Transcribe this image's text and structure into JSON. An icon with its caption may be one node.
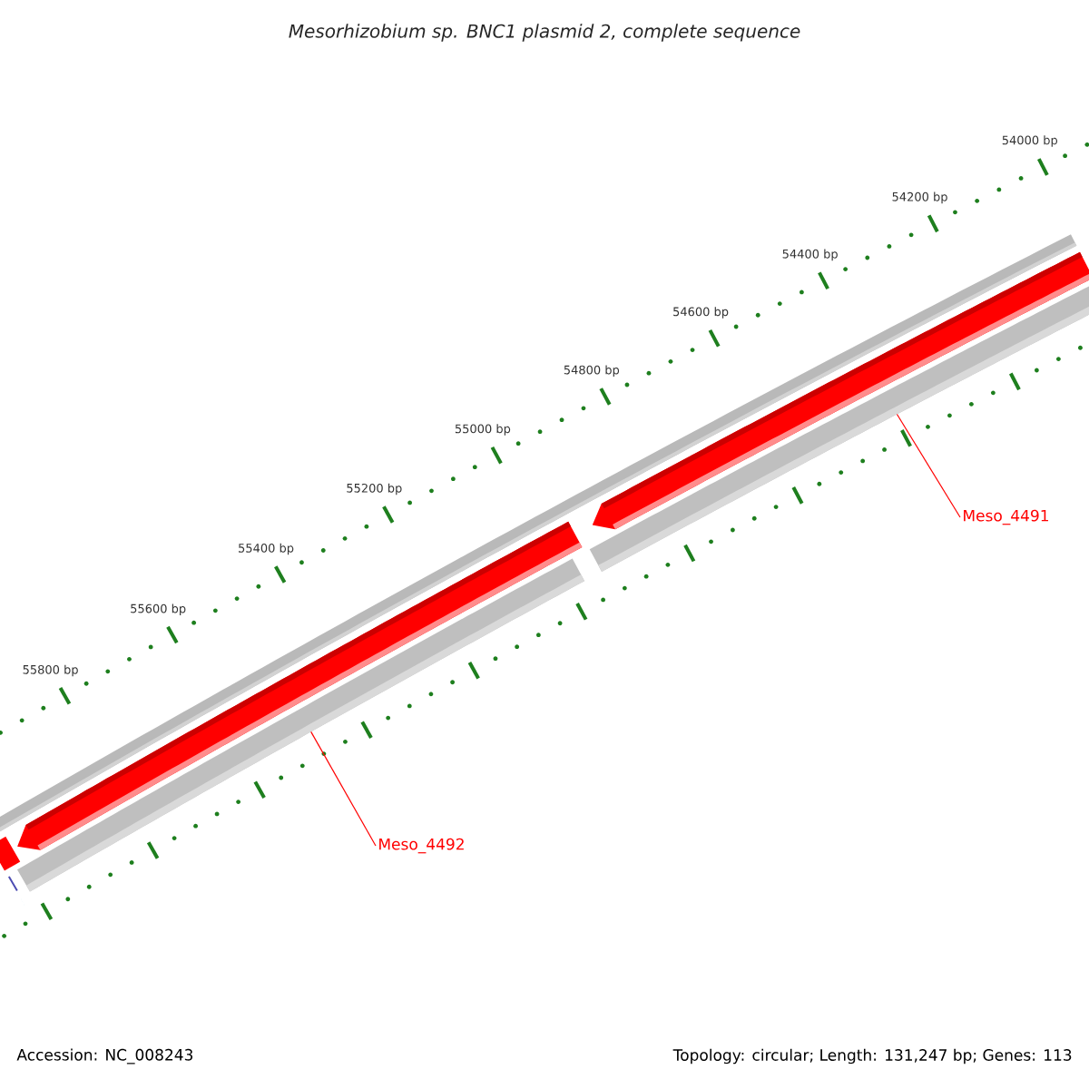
{
  "diagram": {
    "title": "Mesorhizobium sp. BNC1 plasmid 2, complete sequence",
    "nodes": [
      {
        "text": [
          "Meso_4491"
        ]
      },
      {
        "text": [
          "Meso_4492"
        ]
      },
      {
        "text": [],
        "shape": "bar"
      },
      {
        "text": [],
        "shape": "bar"
      }
    ],
    "edges": [
      {
        "from": 0,
        "to": 3,
        "arrow": "none"
      },
      {
        "from": 1,
        "to": 2,
        "arrow": "none"
      }
    ],
    "labels": [
      "54000 bp",
      "54200 bp",
      "54400 bp",
      "54600 bp",
      "54800 bp",
      "55000 bp",
      "55200 bp",
      "55400 bp",
      "55600 bp",
      "55800 bp",
      "Accession: NC_008243",
      "Topology: circular; Length: 131,247 bp; Genes: 113"
    ]
  }
}
